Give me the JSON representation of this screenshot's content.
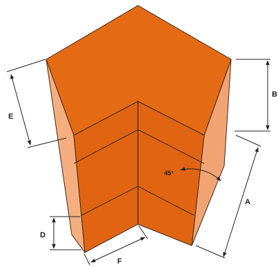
{
  "colors": {
    "top_face": "#E56A14",
    "front_face": "#E06412",
    "left_side_face": "#F4AE80",
    "right_side_face": "#F2A372",
    "edge": "#3a2a20",
    "dimension_line": "#222222"
  },
  "labels": {
    "a": "A",
    "b": "B",
    "d": "D",
    "e": "E",
    "f": "F",
    "angle": "45°"
  }
}
